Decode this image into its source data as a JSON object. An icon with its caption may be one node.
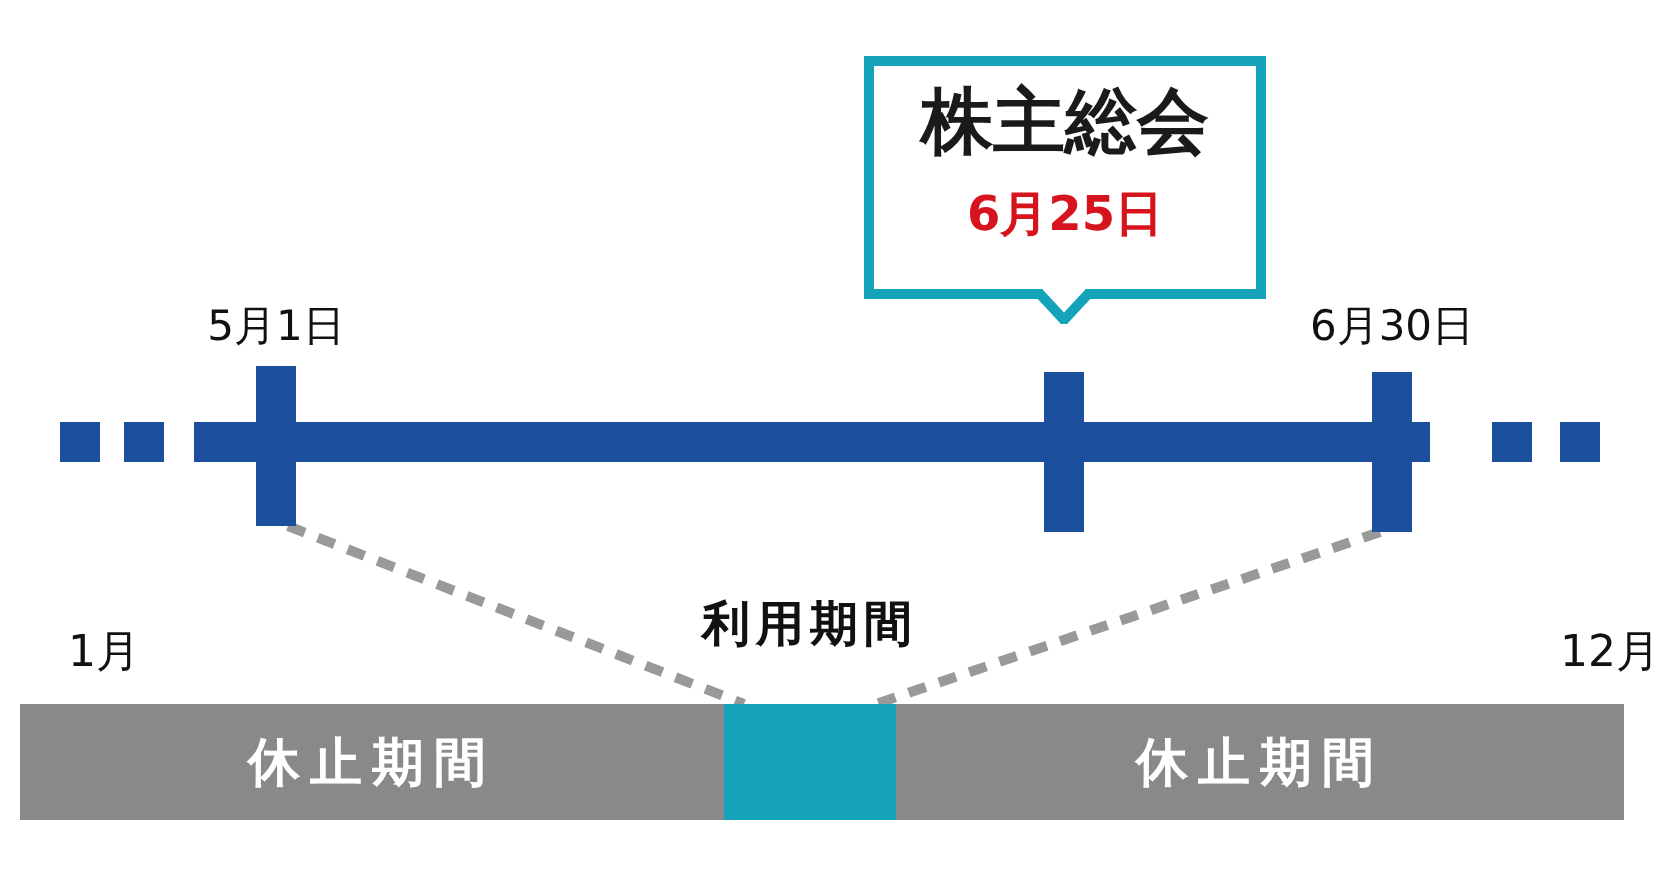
{
  "diagram": {
    "nodes": [
      {
        "text": [],
        "shape": "bar",
        "beside": [
          "5月1日"
        ]
      },
      {
        "text": [],
        "shape": "bar"
      },
      {
        "text": [],
        "shape": "bar",
        "beside": [
          "6月30日"
        ]
      },
      {
        "text": [
          "株主総会",
          "6月25日"
        ]
      },
      {
        "text": [
          "休止期間"
        ]
      },
      {
        "text": [],
        "shape": "bar",
        "beside": [
          "利用期間"
        ]
      },
      {
        "text": [
          "休止期間"
        ]
      }
    ],
    "edges": [
      {
        "from": 0,
        "to": 5,
        "arrow": "none",
        "style": "dashed"
      },
      {
        "from": 2,
        "to": 5,
        "arrow": "none",
        "style": "dashed"
      }
    ],
    "labels": [
      "1月",
      "12月"
    ]
  }
}
